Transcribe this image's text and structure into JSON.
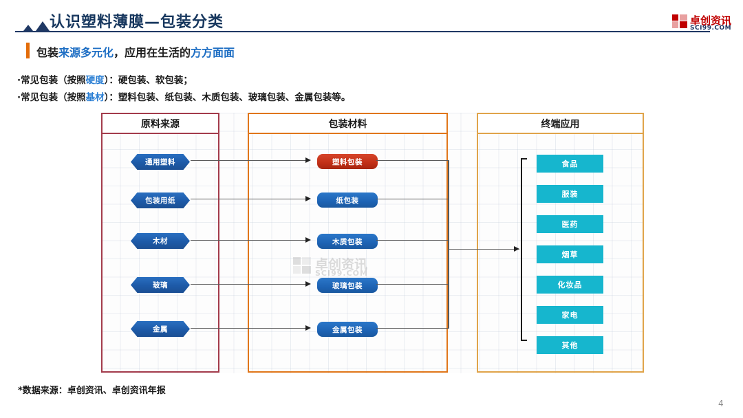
{
  "header": {
    "title": "认识塑料薄膜—包装分类",
    "logo": {
      "cn": "卓创资讯",
      "en": "SCI99.COM"
    }
  },
  "subtitle": {
    "part1": "包装",
    "highlight1": "来源多元化",
    "part2": "，应用在生活的",
    "highlight2": "方方面面"
  },
  "bullets": [
    {
      "pre": "·常见包装（按照",
      "hl": "硬度",
      "post": "）：硬包装、软包装；"
    },
    {
      "pre": "·常见包装（按照",
      "hl": "基材",
      "post": "）：塑料包装、纸包装、木质包装、玻璃包装、金属包装等。"
    }
  ],
  "diagram": {
    "columns": [
      {
        "id": "raw-material-source",
        "header": "原料来源",
        "border_color": "#a33b4b",
        "items": [
          "通用塑料",
          "包装用纸",
          "木材",
          "玻璃",
          "金属"
        ]
      },
      {
        "id": "packaging-material",
        "header": "包装材料",
        "border_color": "#e0761a",
        "items": [
          "塑料包装",
          "纸包装",
          "木质包装",
          "玻璃包装",
          "金属包装"
        ],
        "highlighted_index": 0,
        "highlight_color": "#c12f16"
      },
      {
        "id": "end-application",
        "header": "终端应用",
        "border_color": "#e0a44a",
        "items": [
          "食品",
          "服装",
          "医药",
          "烟草",
          "化妆品",
          "家电",
          "其他"
        ],
        "chip_color": "#16b6ce"
      }
    ],
    "watermark": {
      "cn": "卓创资讯",
      "en": "SCI99.COM"
    }
  },
  "footer": {
    "source": "*数据来源：卓创资讯、卓创资讯年报",
    "page_number": "4"
  }
}
